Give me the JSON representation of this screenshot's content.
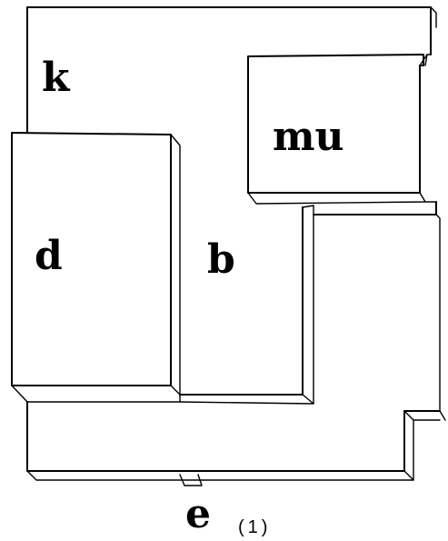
{
  "figure": {
    "regions": {
      "k": "k",
      "mu": "mu",
      "d": "d",
      "b": "b",
      "e": "e"
    },
    "caption": "(1)"
  }
}
